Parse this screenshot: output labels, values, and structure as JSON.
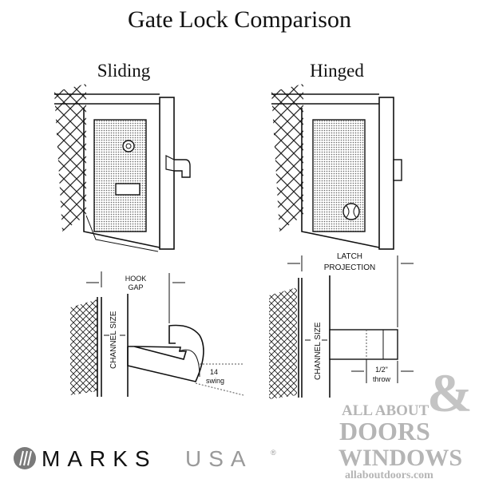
{
  "title": "Gate Lock Comparison",
  "panels": {
    "sliding": {
      "label": "Sliding",
      "hook_gap": [
        "HOOK",
        "GAP"
      ],
      "channel_size": "CHANNEL SIZE",
      "swing": [
        "14",
        "swing"
      ]
    },
    "hinged": {
      "label": "Hinged",
      "latch_projection": [
        "LATCH",
        "PROJECTION"
      ],
      "channel_size": "CHANNEL SIZE",
      "throw": [
        "1/2\"",
        "throw"
      ]
    }
  },
  "logos": {
    "marks_usa": {
      "marks": "MARKS",
      "usa": "USA",
      "registered": "®"
    },
    "all_about_doors": {
      "line1": "ALL ABOUT",
      "line2": "DOORS",
      "ampersand": "&",
      "line3": "WINDOWS",
      "url": "allaboutdoors.com"
    }
  },
  "colors": {
    "ink": "#111111",
    "watermark": "#b5b5b5",
    "marks_usa_gray": "#9a9a9a"
  }
}
